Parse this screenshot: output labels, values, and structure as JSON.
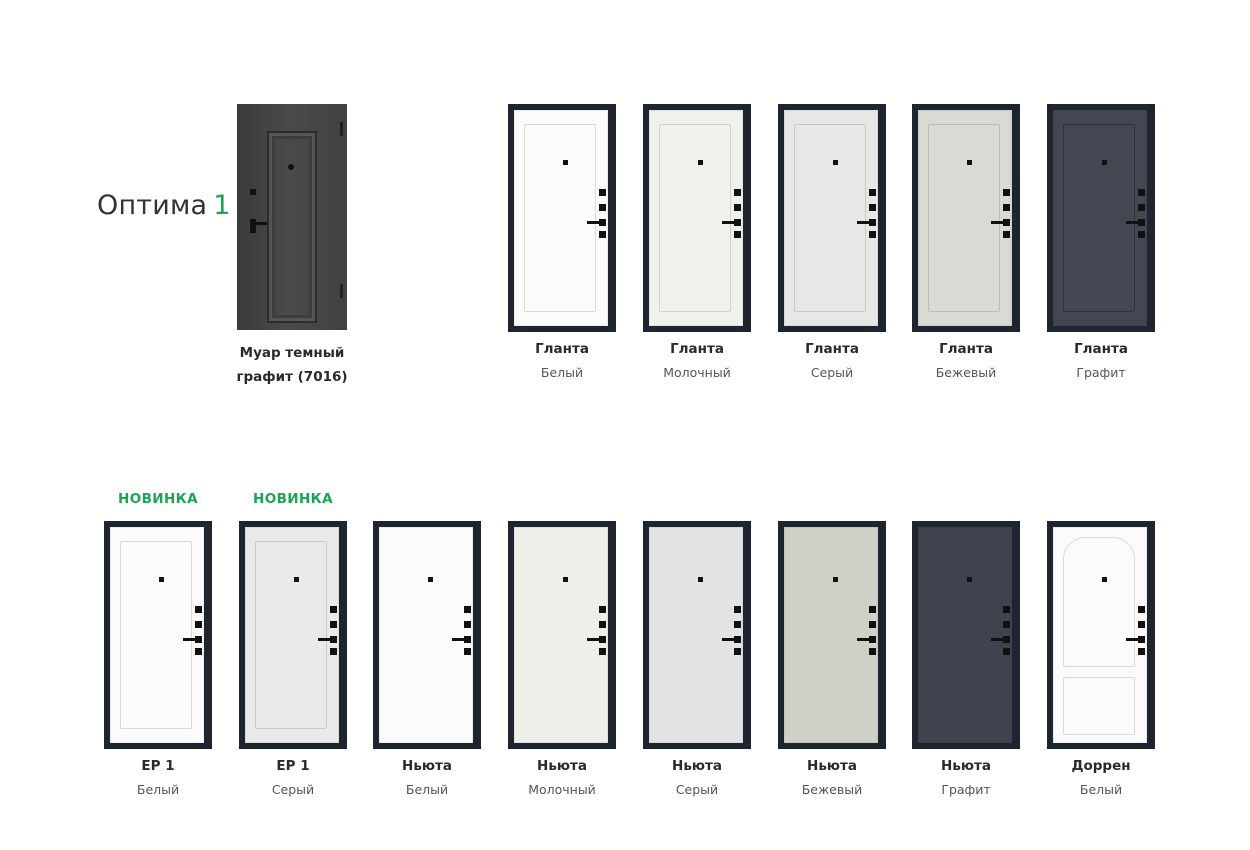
{
  "title": {
    "text": "Оптима",
    "accent": "1",
    "accent_color": "#1aa553"
  },
  "exterior": {
    "name_line1": "Муар темный",
    "name_line2": "графит (7016)",
    "color": "#404040"
  },
  "row1": [
    {
      "name": "Гланта",
      "color": "Белый",
      "fill": "#fbfbfb",
      "style": "panel-tall"
    },
    {
      "name": "Гланта",
      "color": "Молочный",
      "fill": "#f1f1ec",
      "style": "panel-tall"
    },
    {
      "name": "Гланта",
      "color": "Серый",
      "fill": "#e6e7e6",
      "style": "panel-tall"
    },
    {
      "name": "Гланта",
      "color": "Бежевый",
      "fill": "#d9dad3",
      "style": "panel-tall"
    },
    {
      "name": "Гланта",
      "color": "Графит",
      "fill": "#434751",
      "style": "panel-tall"
    }
  ],
  "badge_text": "НОВИНКА",
  "row2": [
    {
      "name": "EP 1",
      "color": "Белый",
      "fill": "#fbfbfb",
      "style": "panel-tall",
      "badge": true
    },
    {
      "name": "EP 1",
      "color": "Серый",
      "fill": "#e8e9e8",
      "style": "panel-tall",
      "badge": true
    },
    {
      "name": "Ньюта",
      "color": "Белый",
      "fill": "#fbfbfb",
      "style": "flat",
      "badge": false
    },
    {
      "name": "Ньюта",
      "color": "Молочный",
      "fill": "#efefea",
      "style": "flat",
      "badge": false
    },
    {
      "name": "Ньюта",
      "color": "Серый",
      "fill": "#e2e3e2",
      "style": "flat",
      "badge": false
    },
    {
      "name": "Ньюта",
      "color": "Бежевый",
      "fill": "#cfd0c8",
      "style": "flat",
      "badge": false
    },
    {
      "name": "Ньюта",
      "color": "Графит",
      "fill": "#3f434d",
      "style": "flat",
      "badge": false
    },
    {
      "name": "Доррен",
      "color": "Белый",
      "fill": "#fbfbfb",
      "style": "panel-double",
      "badge": false
    }
  ]
}
